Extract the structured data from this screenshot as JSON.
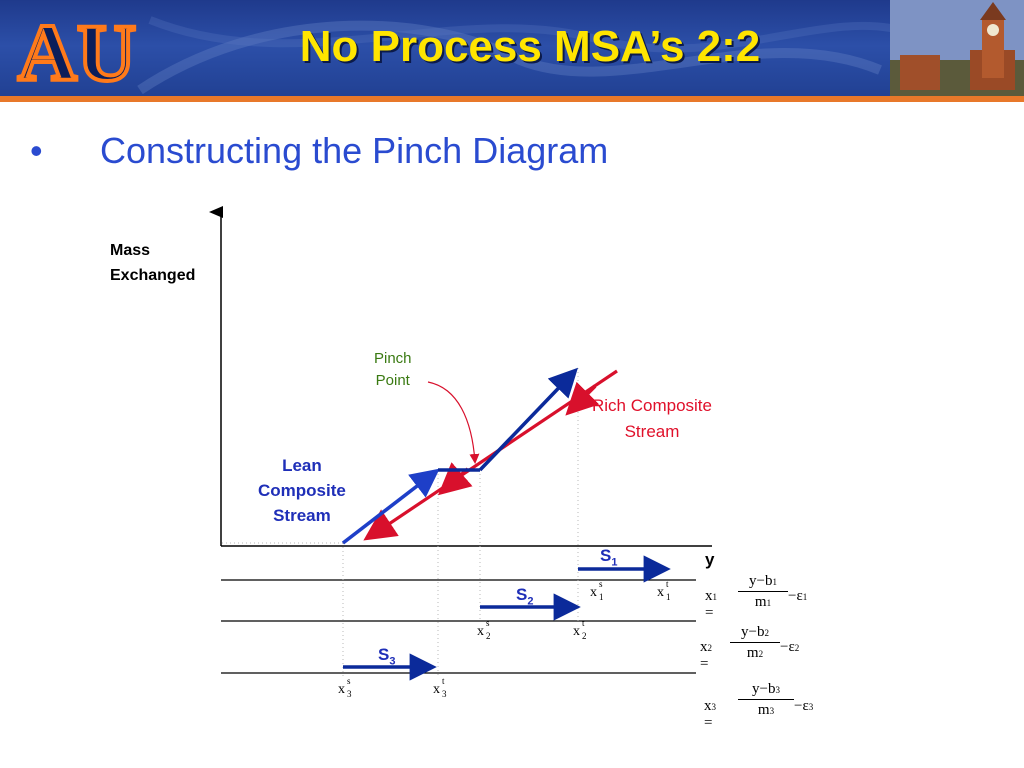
{
  "header": {
    "title": "No Process MSA’s 2:2",
    "logo_text": "AU"
  },
  "bullet": {
    "marker": "•",
    "text": "Constructing the Pinch Diagram"
  },
  "diagram": {
    "y_axis_label_line1": "Mass",
    "y_axis_label_line2": "Exchanged",
    "x_axis_label": "y",
    "pinch_label_line1": "Pinch",
    "pinch_label_line2": "Point",
    "rich_label_line1": "Rich Composite",
    "rich_label_line2": "Stream",
    "lean_label_line1": "Lean",
    "lean_label_line2": "Composite",
    "lean_label_line3": "Stream",
    "streams": [
      {
        "name": "S",
        "index": "1"
      },
      {
        "name": "S",
        "index": "2"
      },
      {
        "name": "S",
        "index": "3"
      }
    ],
    "colors": {
      "rich": "#d8102c",
      "lean": "#1e3fc8",
      "lean_dark": "#0b2a9a"
    }
  }
}
